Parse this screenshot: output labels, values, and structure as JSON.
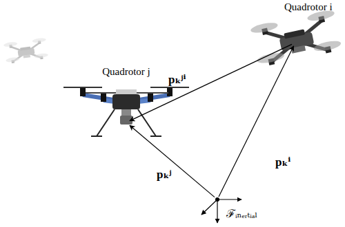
{
  "diagram": {
    "nodes": [
      {
        "text": [
          "Quadrotor i"
        ]
      },
      {
        "text": [
          "Quadrotor j"
        ]
      },
      {
        "text": [
          "ℱᵢₙₑᵣₜᵢₐₗ"
        ]
      }
    ],
    "edges": [
      {
        "from": 0,
        "to": 1,
        "arrow": "to",
        "label": "pₖʲⁱ"
      },
      {
        "from": 2,
        "to": 1,
        "arrow": "to",
        "label": "pₖʲ"
      },
      {
        "from": 2,
        "to": 0,
        "arrow": "to",
        "label": "pₖⁱ"
      }
    ]
  }
}
